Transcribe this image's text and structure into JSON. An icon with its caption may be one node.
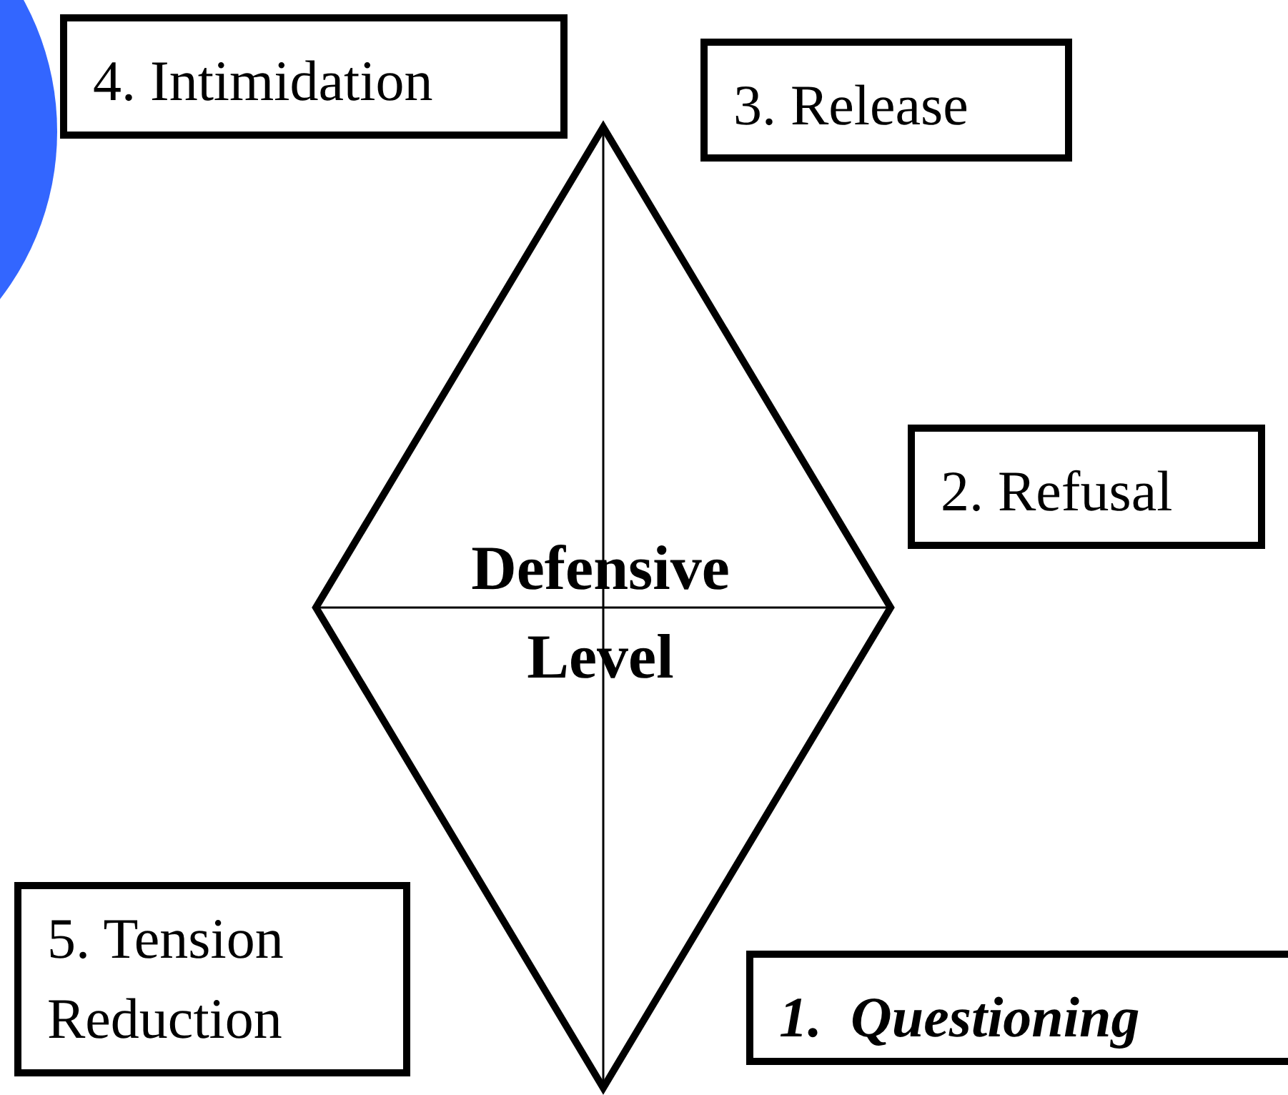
{
  "diagram": {
    "nodes": [
      {
        "text": [
          "4. Intimidation"
        ]
      },
      {
        "text": [
          "3. Release"
        ]
      },
      {
        "text": [
          "2. Refusal"
        ]
      },
      {
        "text": [
          "Defensive Level"
        ]
      },
      {
        "text": [
          "5. Tension Reduction"
        ]
      },
      {
        "text": [
          "1.  Questioning"
        ]
      }
    ]
  }
}
